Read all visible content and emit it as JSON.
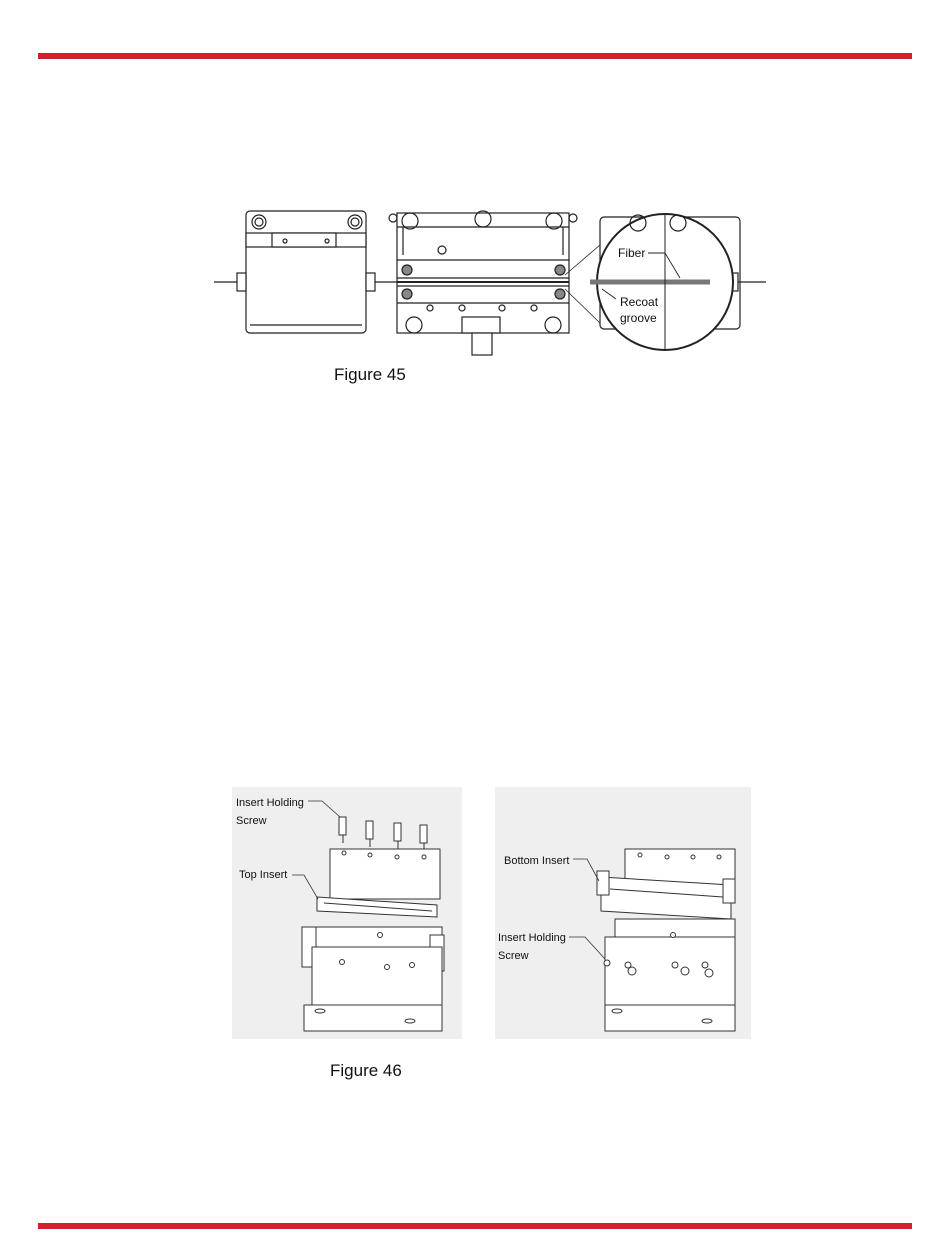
{
  "page": {
    "accent_color": "#d3202f"
  },
  "figure45": {
    "caption": "Figure 45",
    "callouts": {
      "fiber": "Fiber",
      "recoat_line1": "Recoat",
      "recoat_line2": "groove"
    }
  },
  "figure46": {
    "caption": "Figure 46",
    "left_callouts": {
      "insert_holding_line1": "Insert Holding",
      "insert_holding_line2": "Screw",
      "top_insert": "Top Insert"
    },
    "right_callouts": {
      "bottom_insert": "Bottom Insert",
      "insert_holding_line1": "Insert Holding",
      "insert_holding_line2": "Screw"
    }
  }
}
